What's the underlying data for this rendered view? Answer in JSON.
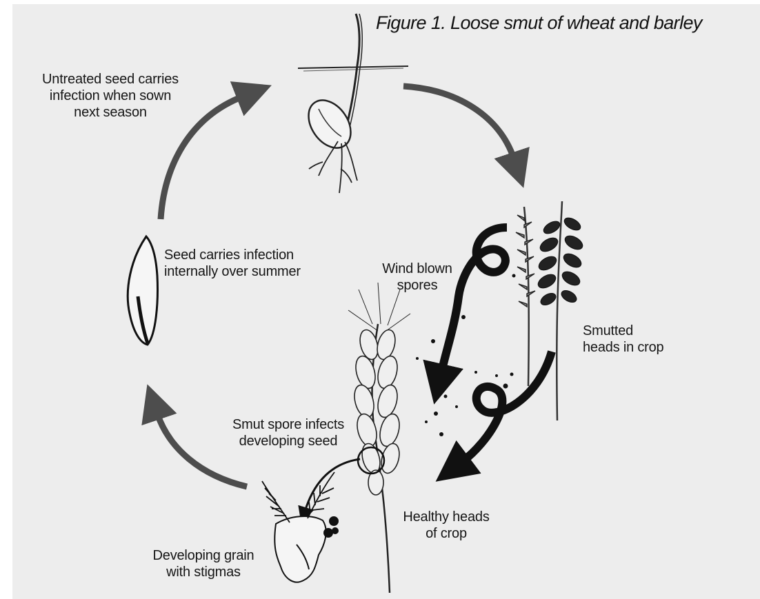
{
  "figure": {
    "title": "Figure 1. Loose smut of wheat and barley"
  },
  "labels": {
    "untreated": [
      "Untreated seed carries",
      "infection when sown",
      "next season"
    ],
    "seed_summer": [
      "Seed carries infection",
      "internally over summer"
    ],
    "wind": [
      "Wind blown",
      "spores"
    ],
    "smutted": [
      "Smutted",
      "heads in crop"
    ],
    "spore_infects": [
      "Smut spore infects",
      "developing seed"
    ],
    "healthy": [
      "Healthy heads",
      "of crop"
    ],
    "developing": [
      "Developing grain",
      "with stigmas"
    ]
  },
  "colors": {
    "paper": "#ededed",
    "ink": "#151515",
    "arrow_gray": "#4d4d4d"
  },
  "icons": [
    "seedling-icon",
    "seed-icon",
    "smutted-head-icon",
    "healthy-wheat-head-icon",
    "grain-with-stigmas-icon",
    "spore-loop-icon"
  ]
}
